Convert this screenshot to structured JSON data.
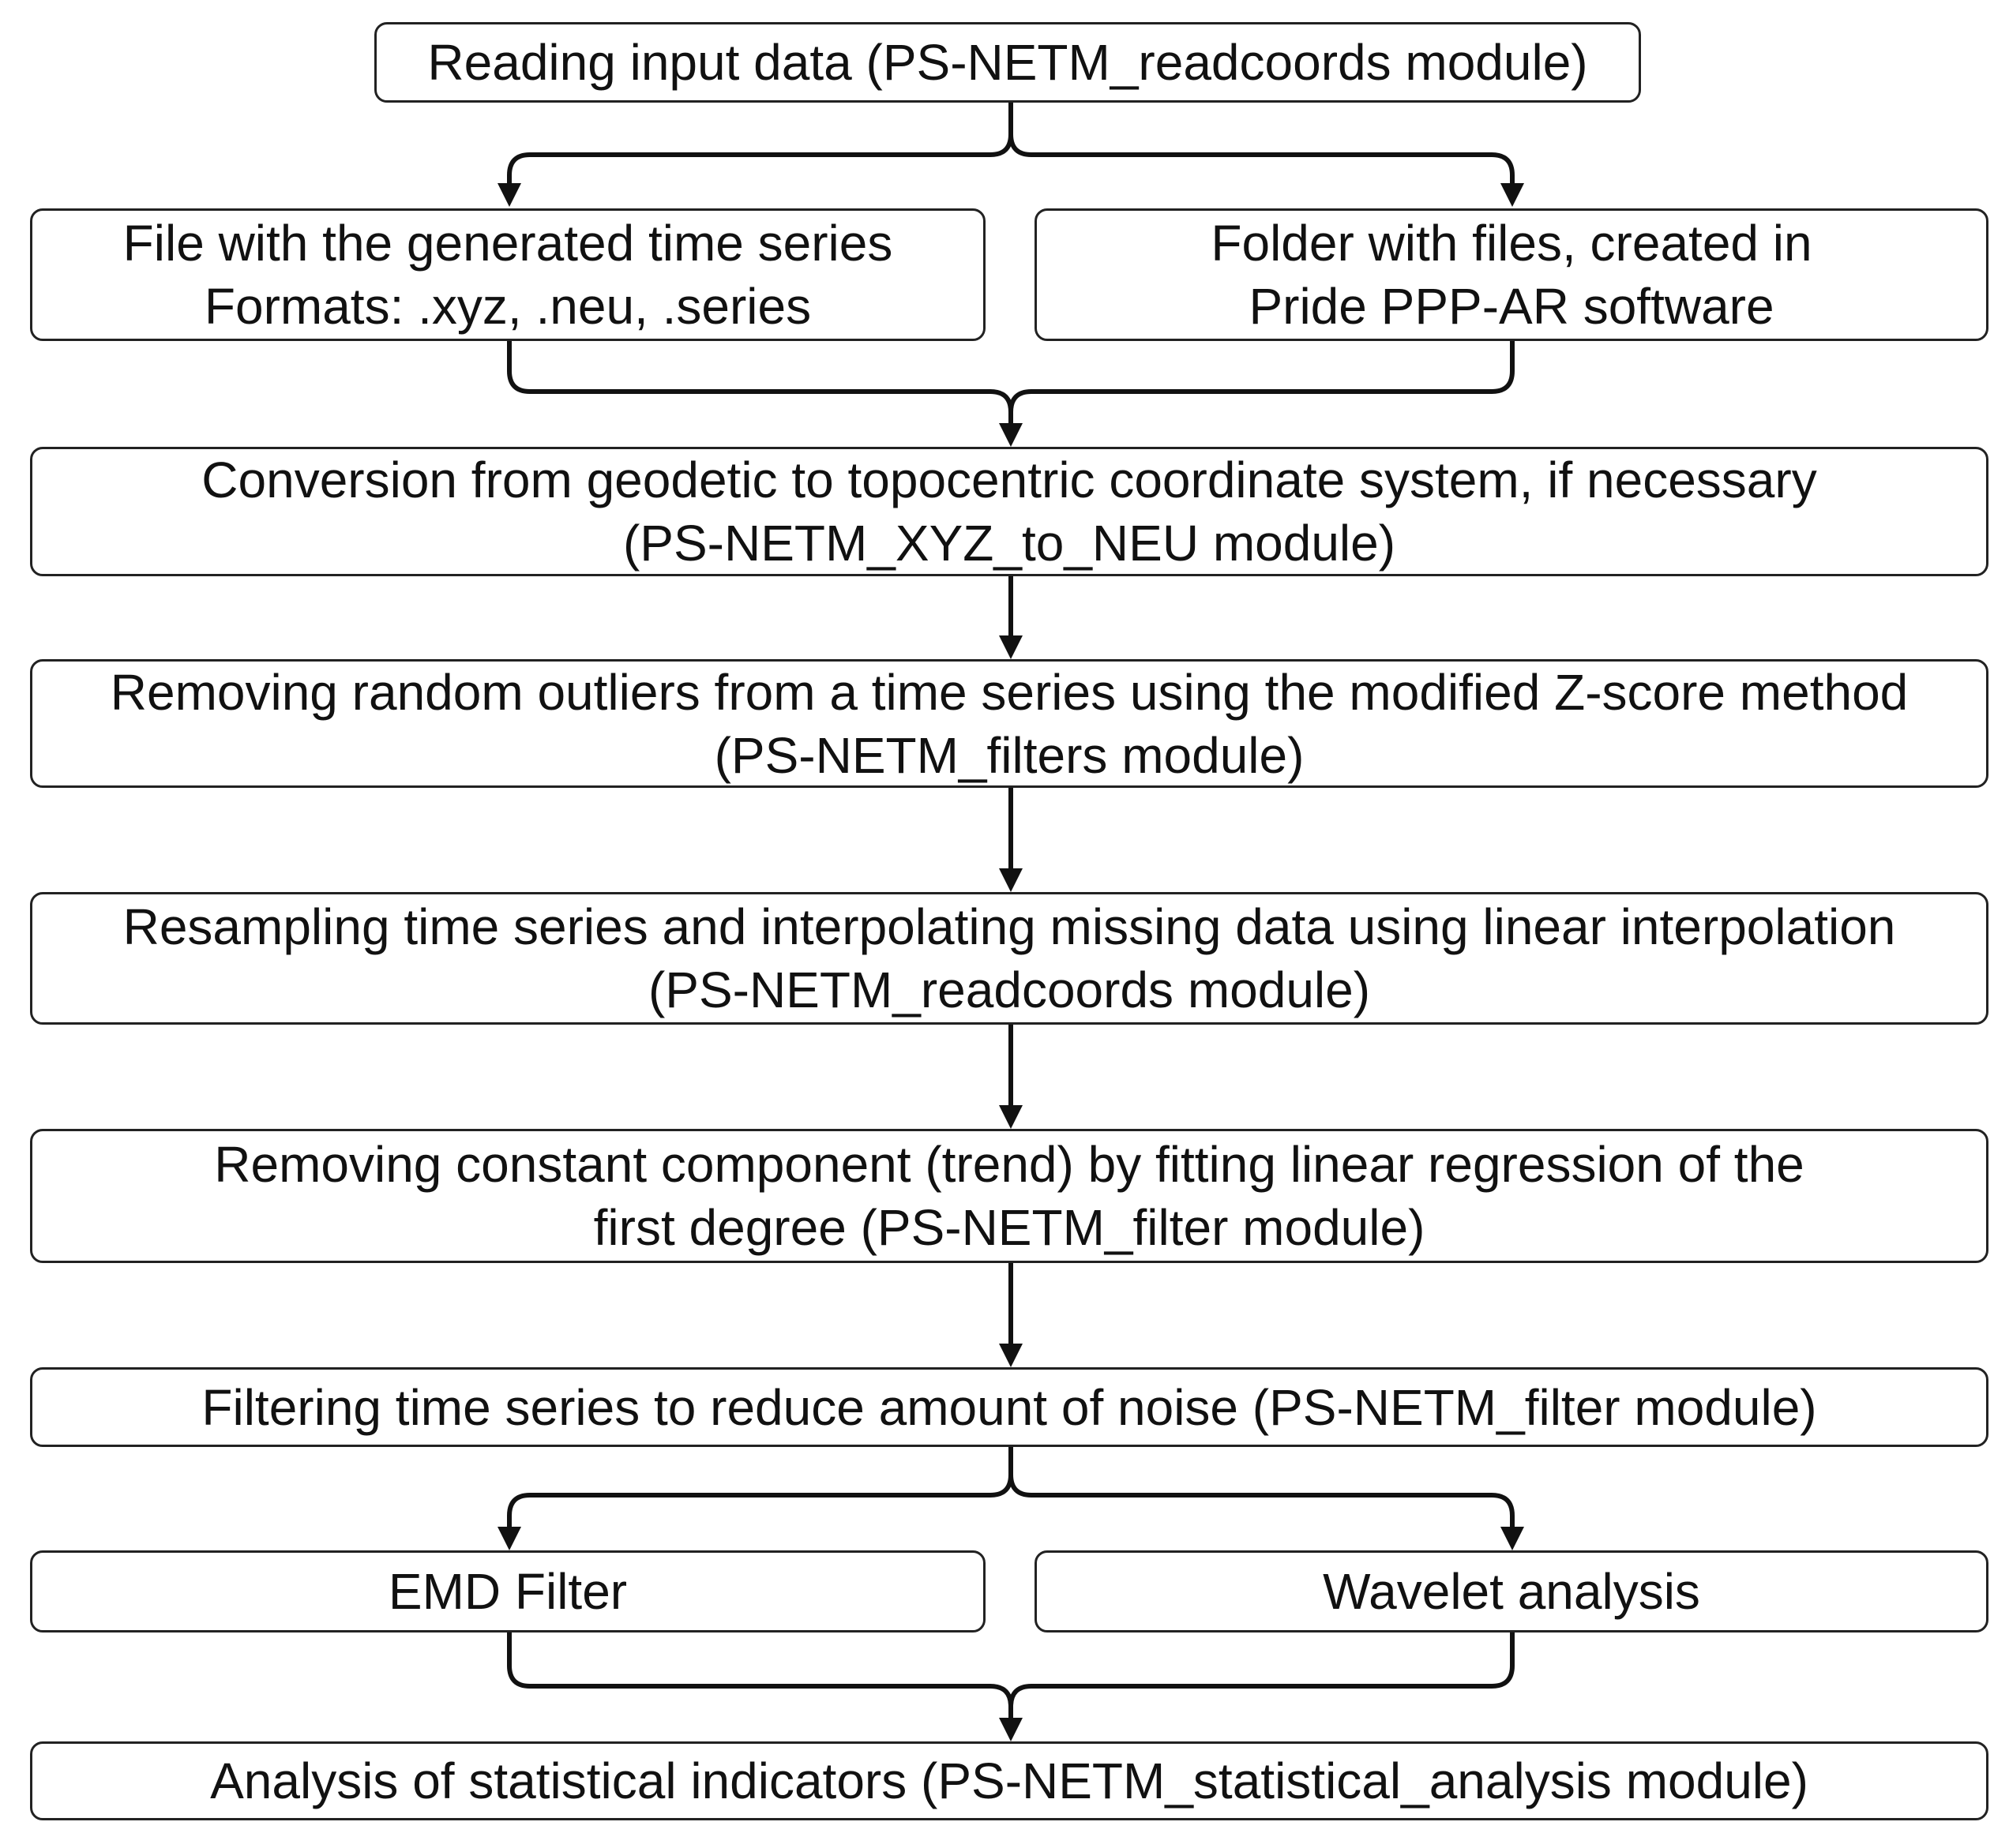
{
  "flowchart": {
    "input": {
      "line1": "Reading input data (PS-NETM_readcoords module)"
    },
    "source_file": {
      "line1": "File with the generated time series",
      "line2": "Formats: .xyz, .neu, .series"
    },
    "source_folder": {
      "line1": "Folder with files, created in",
      "line2": "Pride PPP-AR software"
    },
    "conversion": {
      "line1": "Conversion from geodetic to topocentric coordinate system, if necessary",
      "line2": "(PS-NETM_XYZ_to_NEU module)"
    },
    "outliers": {
      "line1": "Removing random outliers from a time series using the modified Z-score method",
      "line2": "(PS-NETM_filters module)"
    },
    "resampling": {
      "line1": "Resampling time series and interpolating missing data using linear interpolation",
      "line2": "(PS-NETM_readcoords module)"
    },
    "trend": {
      "line1": "Removing constant component (trend) by fitting linear regression of the",
      "line2": "first degree (PS-NETM_filter module)"
    },
    "filtering": {
      "line1": "Filtering time series to reduce amount of noise (PS-NETM_filter module)"
    },
    "emd": {
      "line1": "EMD Filter"
    },
    "wavelet": {
      "line1": "Wavelet analysis"
    },
    "statistics": {
      "line1": "Analysis of statistical indicators (PS-NETM_statistical_analysis module)"
    }
  }
}
